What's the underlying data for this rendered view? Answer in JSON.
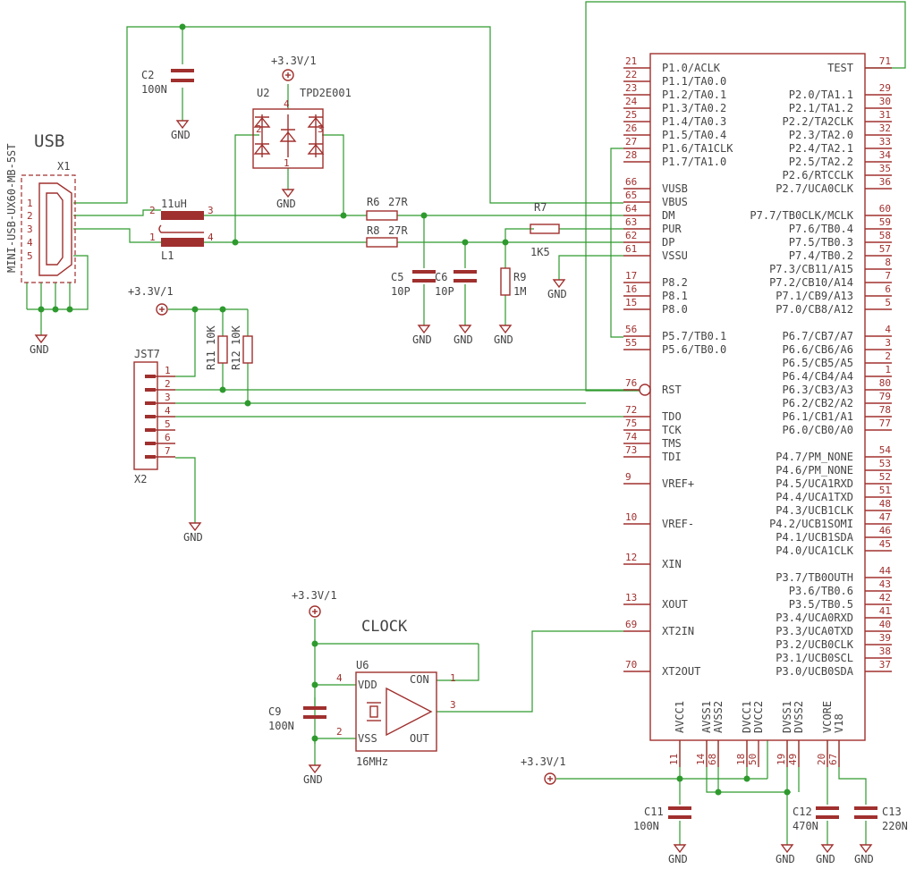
{
  "schematic": {
    "usb_title": "USB",
    "clock_title": "CLOCK",
    "connector": {
      "ref": "X1",
      "part": "MINI-USB-UX60-MB-5ST",
      "pins": [
        "1",
        "2",
        "3",
        "4",
        "5"
      ]
    },
    "components": {
      "c2": {
        "ref": "C2",
        "value": "100N"
      },
      "u2": {
        "ref": "U2",
        "part": "TPD2E001",
        "pins": [
          "4",
          "2",
          "3",
          "1"
        ]
      },
      "l1": {
        "ref": "L1",
        "value": "11uH",
        "pins": [
          "2",
          "3",
          "1",
          "4"
        ]
      },
      "r6": {
        "ref": "R6",
        "value": "27R"
      },
      "r8": {
        "ref": "R8",
        "value": "27R"
      },
      "r7": {
        "ref": "R7",
        "value": "1K5"
      },
      "c5": {
        "ref": "C5",
        "value": "10P"
      },
      "c6": {
        "ref": "C6",
        "value": "10P"
      },
      "r9": {
        "ref": "R9",
        "value": "1M"
      },
      "r11": {
        "ref": "R11",
        "value": "10K"
      },
      "r12": {
        "ref": "R12",
        "value": "10K"
      },
      "jst": {
        "ref": "JST7",
        "ref2": "X2",
        "pins": [
          "1",
          "2",
          "3",
          "4",
          "5",
          "6",
          "7"
        ]
      },
      "u6": {
        "ref": "U6",
        "freq": "16MHz",
        "pins": {
          "vdd": "VDD",
          "vss": "VSS",
          "con": "CON",
          "out": "OUT"
        },
        "pin_nums": [
          "4",
          "2",
          "1",
          "3"
        ]
      },
      "c9": {
        "ref": "C9",
        "value": "100N"
      },
      "c11": {
        "ref": "C11",
        "value": "100N"
      },
      "c12": {
        "ref": "C12",
        "value": "470N"
      },
      "c13": {
        "ref": "C13",
        "value": "220N"
      }
    },
    "power": {
      "vcc": "+3.3V/1",
      "gnd": "GND"
    },
    "mcu": {
      "left_pins": [
        {
          "num": "21",
          "name": "P1.0/ACLK"
        },
        {
          "num": "22",
          "name": "P1.1/TA0.0"
        },
        {
          "num": "23",
          "name": "P1.2/TA0.1"
        },
        {
          "num": "24",
          "name": "P1.3/TA0.2"
        },
        {
          "num": "25",
          "name": "P1.4/TA0.3"
        },
        {
          "num": "26",
          "name": "P1.5/TA0.4"
        },
        {
          "num": "27",
          "name": "P1.6/TA1CLK"
        },
        {
          "num": "28",
          "name": "P1.7/TA1.0"
        },
        {
          "num": "66",
          "name": "VUSB"
        },
        {
          "num": "65",
          "name": "VBUS"
        },
        {
          "num": "64",
          "name": "DM"
        },
        {
          "num": "63",
          "name": "PUR"
        },
        {
          "num": "62",
          "name": "DP"
        },
        {
          "num": "61",
          "name": "VSSU"
        },
        {
          "num": "17",
          "name": "P8.2"
        },
        {
          "num": "16",
          "name": "P8.1"
        },
        {
          "num": "15",
          "name": "P8.0"
        },
        {
          "num": "56",
          "name": "P5.7/TB0.1"
        },
        {
          "num": "55",
          "name": "P5.6/TB0.0"
        },
        {
          "num": "76",
          "name": "RST"
        },
        {
          "num": "72",
          "name": "TDO"
        },
        {
          "num": "75",
          "name": "TCK"
        },
        {
          "num": "74",
          "name": "TMS"
        },
        {
          "num": "73",
          "name": "TDI"
        },
        {
          "num": "9",
          "name": "VREF+"
        },
        {
          "num": "10",
          "name": "VREF-"
        },
        {
          "num": "12",
          "name": "XIN"
        },
        {
          "num": "13",
          "name": "XOUT"
        },
        {
          "num": "69",
          "name": "XT2IN"
        },
        {
          "num": "70",
          "name": "XT2OUT"
        }
      ],
      "right_pins": [
        {
          "num": "71",
          "name": "TEST"
        },
        {
          "num": "29",
          "name": "P2.0/TA1.1"
        },
        {
          "num": "30",
          "name": "P2.1/TA1.2"
        },
        {
          "num": "31",
          "name": "P2.2/TA2CLK"
        },
        {
          "num": "32",
          "name": "P2.3/TA2.0"
        },
        {
          "num": "33",
          "name": "P2.4/TA2.1"
        },
        {
          "num": "34",
          "name": "P2.5/TA2.2"
        },
        {
          "num": "35",
          "name": "P2.6/RTCCLK"
        },
        {
          "num": "36",
          "name": "P2.7/UCA0CLK"
        },
        {
          "num": "60",
          "name": "P7.7/TB0CLK/MCLK"
        },
        {
          "num": "59",
          "name": "P7.6/TB0.4"
        },
        {
          "num": "58",
          "name": "P7.5/TB0.3"
        },
        {
          "num": "57",
          "name": "P7.4/TB0.2"
        },
        {
          "num": "8",
          "name": "P7.3/CB11/A15"
        },
        {
          "num": "7",
          "name": "P7.2/CB10/A14"
        },
        {
          "num": "6",
          "name": "P7.1/CB9/A13"
        },
        {
          "num": "5",
          "name": "P7.0/CB8/A12"
        },
        {
          "num": "4",
          "name": "P6.7/CB7/A7"
        },
        {
          "num": "3",
          "name": "P6.6/CB6/A6"
        },
        {
          "num": "2",
          "name": "P6.5/CB5/A5"
        },
        {
          "num": "1",
          "name": "P6.4/CB4/A4"
        },
        {
          "num": "80",
          "name": "P6.3/CB3/A3"
        },
        {
          "num": "79",
          "name": "P6.2/CB2/A2"
        },
        {
          "num": "78",
          "name": "P6.1/CB1/A1"
        },
        {
          "num": "77",
          "name": "P6.0/CB0/A0"
        },
        {
          "num": "54",
          "name": "P4.7/PM_NONE"
        },
        {
          "num": "53",
          "name": "P4.6/PM_NONE"
        },
        {
          "num": "52",
          "name": "P4.5/UCA1RXD"
        },
        {
          "num": "51",
          "name": "P4.4/UCA1TXD"
        },
        {
          "num": "48",
          "name": "P4.3/UCB1CLK"
        },
        {
          "num": "47",
          "name": "P4.2/UCB1SOMI"
        },
        {
          "num": "46",
          "name": "P4.1/UCB1SDA"
        },
        {
          "num": "45",
          "name": "P4.0/UCA1CLK"
        },
        {
          "num": "44",
          "name": "P3.7/TB0OUTH"
        },
        {
          "num": "43",
          "name": "P3.6/TB0.6"
        },
        {
          "num": "42",
          "name": "P3.5/TB0.5"
        },
        {
          "num": "41",
          "name": "P3.4/UCA0RXD"
        },
        {
          "num": "40",
          "name": "P3.3/UCA0TXD"
        },
        {
          "num": "39",
          "name": "P3.2/UCB0CLK"
        },
        {
          "num": "38",
          "name": "P3.1/UCB0SCL"
        },
        {
          "num": "37",
          "name": "P3.0/UCB0SDA"
        }
      ],
      "bottom_pins": [
        {
          "num": "11",
          "name": "AVCC1"
        },
        {
          "num": "14",
          "name": "AVSS1"
        },
        {
          "num": "68",
          "name": "AVSS2"
        },
        {
          "num": "18",
          "name": "DVCC1"
        },
        {
          "num": "50",
          "name": "DVCC2"
        },
        {
          "num": "19",
          "name": "DVSS1"
        },
        {
          "num": "49",
          "name": "DVSS2"
        },
        {
          "num": "20",
          "name": "VCORE"
        },
        {
          "num": "67",
          "name": "V18"
        }
      ]
    }
  }
}
